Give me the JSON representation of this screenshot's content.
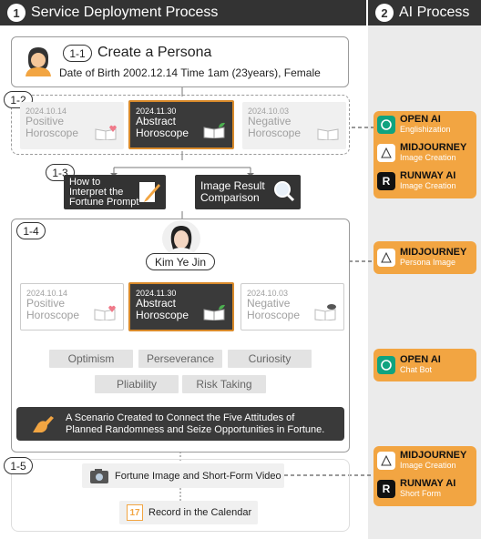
{
  "header": {
    "left_num": "1",
    "left_title": "Service Deployment Process",
    "right_num": "2",
    "right_title": "AI Process"
  },
  "step_1_1": {
    "tag": "1-1",
    "title": "Create a Persona",
    "detail": "Date of Birth 2002.12.14 Time 1am (23years), Female"
  },
  "step_1_2": {
    "tag": "1-2",
    "cards": [
      {
        "date": "2024.10.14",
        "label1": "Positive",
        "label2": "Horoscope"
      },
      {
        "date": "2024.11.30",
        "label1": "Abstract",
        "label2": "Horoscope"
      },
      {
        "date": "2024.10.03",
        "label1": "Negative",
        "label2": "Horoscope"
      }
    ]
  },
  "step_1_3": {
    "tag": "1-3",
    "btn1_l1": "How to",
    "btn1_l2": "Interpret the",
    "btn1_l3": "Fortune Prompt",
    "btn2_l1": "Image Result",
    "btn2_l2": "Comparison"
  },
  "step_1_4": {
    "tag": "1-4",
    "persona_name": "Kim Ye Jin",
    "cards": [
      {
        "date": "2024.10.14",
        "label1": "Positive",
        "label2": "Horoscope"
      },
      {
        "date": "2024.11.30",
        "label1": "Abstract",
        "label2": "Horoscope"
      },
      {
        "date": "2024.10.03",
        "label1": "Negative",
        "label2": "Horoscope"
      }
    ],
    "attitudes": [
      "Optimism",
      "Perseverance",
      "Curiosity",
      "Pliability",
      "Risk Taking"
    ],
    "scenario_l1": "A Scenario Created to Connect the Five Attitudes of",
    "scenario_l2": "Planned Randomness and Seize Opportunities in Fortune."
  },
  "step_1_5": {
    "tag": "1-5",
    "btn1": "Fortune Image and Short-Form Video",
    "btn2": "Record in the Calendar",
    "calendar_day": "17"
  },
  "ai_boxes": {
    "box1": [
      {
        "name": "OPEN AI",
        "sub": "Englishization"
      },
      {
        "name": "MIDJOURNEY",
        "sub": "Image Creation"
      },
      {
        "name": "RUNWAY AI",
        "sub": "Image Creation"
      }
    ],
    "box2": [
      {
        "name": "MIDJOURNEY",
        "sub": "Persona Image"
      }
    ],
    "box3": [
      {
        "name": "OPEN AI",
        "sub": "Chat Bot"
      }
    ],
    "box4": [
      {
        "name": "MIDJOURNEY",
        "sub": "Image Creation"
      },
      {
        "name": "RUNWAY AI",
        "sub": "Short Form"
      }
    ]
  },
  "colors": {
    "accent_orange": "#f2a542",
    "dark": "#333333",
    "highlight_border": "#d98a2a",
    "openai_green": "#10a37f"
  }
}
